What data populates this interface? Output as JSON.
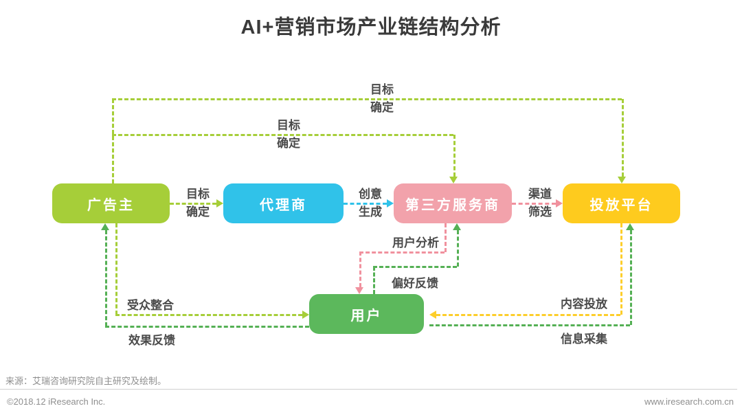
{
  "title": "AI+营销市场产业链结构分析",
  "nodes": {
    "advertiser": "广告主",
    "agency": "代理商",
    "third_party": "第三方服务商",
    "platform": "投放平台",
    "user": "用户"
  },
  "edge_labels": {
    "goal_top_outer": {
      "line1": "目标",
      "line2": "确定"
    },
    "goal_top_inner": {
      "line1": "目标",
      "line2": "确定"
    },
    "goal_mid": {
      "line1": "目标",
      "line2": "确定"
    },
    "creative": {
      "line1": "创意",
      "line2": "生成"
    },
    "channel": {
      "line1": "渠道",
      "line2": "筛选"
    },
    "user_analysis": "用户分析",
    "preference_feedback": "偏好反馈",
    "audience_integration": "受众整合",
    "effect_feedback": "效果反馈",
    "content_placement": "内容投放",
    "info_collection": "信息采集"
  },
  "edges": [
    {
      "from": "广告主",
      "to": "投放平台",
      "label": "目标确定"
    },
    {
      "from": "广告主",
      "to": "第三方服务商",
      "label": "目标确定"
    },
    {
      "from": "广告主",
      "to": "代理商",
      "label": "目标确定"
    },
    {
      "from": "代理商",
      "to": "第三方服务商",
      "label": "创意生成"
    },
    {
      "from": "第三方服务商",
      "to": "投放平台",
      "label": "渠道筛选"
    },
    {
      "from": "第三方服务商",
      "to": "用户",
      "label": "用户分析"
    },
    {
      "from": "用户",
      "to": "第三方服务商",
      "label": "偏好反馈"
    },
    {
      "from": "广告主",
      "to": "用户",
      "label": "受众整合"
    },
    {
      "from": "用户",
      "to": "广告主",
      "label": "效果反馈"
    },
    {
      "from": "投放平台",
      "to": "用户",
      "label": "内容投放"
    },
    {
      "from": "用户",
      "to": "投放平台",
      "label": "信息采集"
    }
  ],
  "colors": {
    "yellow_green": "#A6CE39",
    "cyan": "#30C2E9",
    "pink_box": "#F2A2AB",
    "pink_line": "#F0919E",
    "yellow_box": "#FECB1E",
    "yellow_line": "#FDCE2B",
    "green_box": "#5CB85C",
    "green_line": "#55B055",
    "title_color": "#3A3A3A",
    "label_color": "#4A4A4A",
    "footer_color": "#8E8E8E"
  },
  "footer": {
    "source": "来源：艾瑞咨询研究院自主研究及绘制。",
    "copyright": "©2018.12 iResearch Inc.",
    "website": "www.iresearch.com.cn"
  }
}
